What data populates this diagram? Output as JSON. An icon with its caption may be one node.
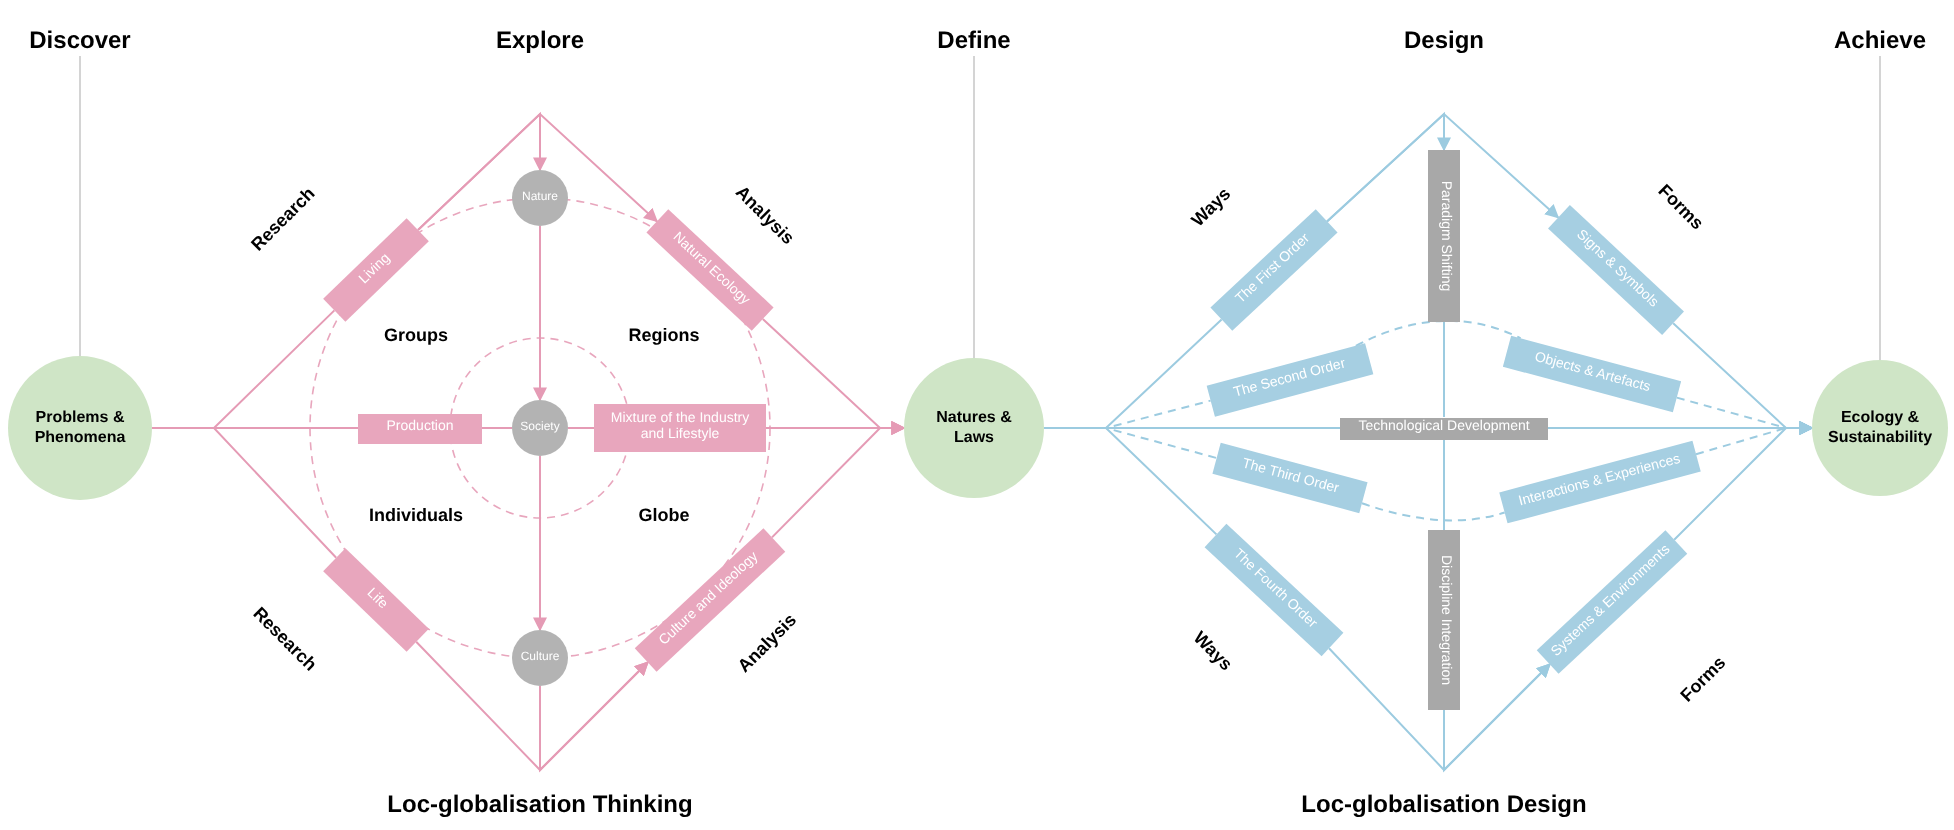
{
  "diagram": {
    "nodes": [
      {
        "text": [
          "Discover"
        ]
      },
      {
        "text": [
          "Problems & Phenomena"
        ]
      },
      {
        "text": [
          "Explore"
        ]
      },
      {
        "text": [
          "Living"
        ]
      },
      {
        "text": [
          "Nature"
        ]
      },
      {
        "text": [
          "Natural Ecology"
        ]
      },
      {
        "text": [
          "Production"
        ]
      },
      {
        "text": [
          "Society"
        ]
      },
      {
        "text": [
          "Mixture of the Industry and Lifestyle"
        ]
      },
      {
        "text": [
          "Life"
        ]
      },
      {
        "text": [
          "Culture"
        ]
      },
      {
        "text": [
          "Culture and Ideology"
        ]
      },
      {
        "text": [
          "Define"
        ]
      },
      {
        "text": [
          "Natures & Laws"
        ]
      },
      {
        "text": [
          "Design"
        ]
      },
      {
        "text": [
          "The First Order"
        ]
      },
      {
        "text": [
          "Paradigm Shifting"
        ]
      },
      {
        "text": [
          "Signs & Symbols"
        ]
      },
      {
        "text": [
          "The Second Order"
        ]
      },
      {
        "text": [
          "Objects & Artefacts"
        ]
      },
      {
        "text": [
          "Technological Development"
        ]
      },
      {
        "text": [
          "The Third Order"
        ]
      },
      {
        "text": [
          "Interactions & Experiences"
        ]
      },
      {
        "text": [
          "The Fourth Order"
        ]
      },
      {
        "text": [
          "Discipline Integration"
        ]
      },
      {
        "text": [
          "Systems & Environments"
        ]
      },
      {
        "text": [
          "Achieve"
        ]
      },
      {
        "text": [
          "Ecology & Sustainability"
        ]
      }
    ],
    "edges": [
      {
        "from": 0,
        "to": 1,
        "arrow": "none",
        "color": "#d4d4d4"
      },
      {
        "from": 12,
        "to": 13,
        "arrow": "none",
        "color": "#d4d4d4"
      },
      {
        "from": 26,
        "to": 27,
        "arrow": "none",
        "color": "#d4d4d4"
      },
      {
        "from": 1,
        "to": 3,
        "arrow": "none",
        "color": "#e59bb5"
      },
      {
        "from": 3,
        "to": 4,
        "arrow": "to",
        "color": "#e59bb5"
      },
      {
        "from": 3,
        "to": 5,
        "arrow": "to",
        "color": "#e59bb5"
      },
      {
        "from": 5,
        "to": 13,
        "arrow": "to",
        "color": "#e59bb5"
      },
      {
        "from": 1,
        "to": 6,
        "arrow": "none",
        "color": "#e59bb5"
      },
      {
        "from": 6,
        "to": 7,
        "arrow": "none",
        "color": "#e59bb5"
      },
      {
        "from": 7,
        "to": 8,
        "arrow": "none",
        "color": "#e59bb5"
      },
      {
        "from": 8,
        "to": 13,
        "arrow": "to",
        "color": "#e59bb5"
      },
      {
        "from": 4,
        "to": 7,
        "arrow": "to",
        "color": "#e59bb5"
      },
      {
        "from": 7,
        "to": 10,
        "arrow": "to",
        "color": "#e59bb5"
      },
      {
        "from": 1,
        "to": 9,
        "arrow": "none",
        "color": "#e59bb5"
      },
      {
        "from": 10,
        "to": 11,
        "arrow": "to",
        "color": "#e59bb5"
      },
      {
        "from": 9,
        "to": 11,
        "arrow": "to",
        "color": "#e59bb5"
      },
      {
        "from": 11,
        "to": 13,
        "arrow": "to",
        "color": "#e59bb5"
      },
      {
        "from": 13,
        "to": 15,
        "arrow": "none"
      },
      {
        "from": 15,
        "to": 16,
        "arrow": "to"
      },
      {
        "from": 15,
        "to": 17,
        "arrow": "to"
      },
      {
        "from": 17,
        "to": 27,
        "arrow": "to"
      },
      {
        "from": 13,
        "to": 18,
        "arrow": "none",
        "style": "dashed"
      },
      {
        "from": 18,
        "to": 19,
        "arrow": "none",
        "style": "dashed"
      },
      {
        "from": 19,
        "to": 27,
        "arrow": "to",
        "style": "dashed"
      },
      {
        "from": 13,
        "to": 20,
        "arrow": "none"
      },
      {
        "from": 20,
        "to": 27,
        "arrow": "to"
      },
      {
        "from": 13,
        "to": 21,
        "arrow": "none",
        "style": "dashed"
      },
      {
        "from": 21,
        "to": 22,
        "arrow": "none",
        "style": "dashed"
      },
      {
        "from": 22,
        "to": 27,
        "arrow": "to",
        "style": "dashed"
      },
      {
        "from": 13,
        "to": 23,
        "arrow": "none"
      },
      {
        "from": 23,
        "to": 25,
        "arrow": "to"
      },
      {
        "from": 24,
        "to": 25,
        "arrow": "to"
      },
      {
        "from": 25,
        "to": 27,
        "arrow": "to"
      },
      {
        "from": 16,
        "to": 20,
        "arrow": "none"
      },
      {
        "from": 20,
        "to": 24,
        "arrow": "none"
      }
    ],
    "labels": [
      "Research",
      "Analysis",
      "Groups",
      "Regions",
      "Individuals",
      "Globe",
      "Research",
      "Analysis",
      "Loc-globalisation Thinking",
      "Ways",
      "Forms",
      "Ways",
      "Forms",
      "Loc-globalisation Design"
    ]
  }
}
